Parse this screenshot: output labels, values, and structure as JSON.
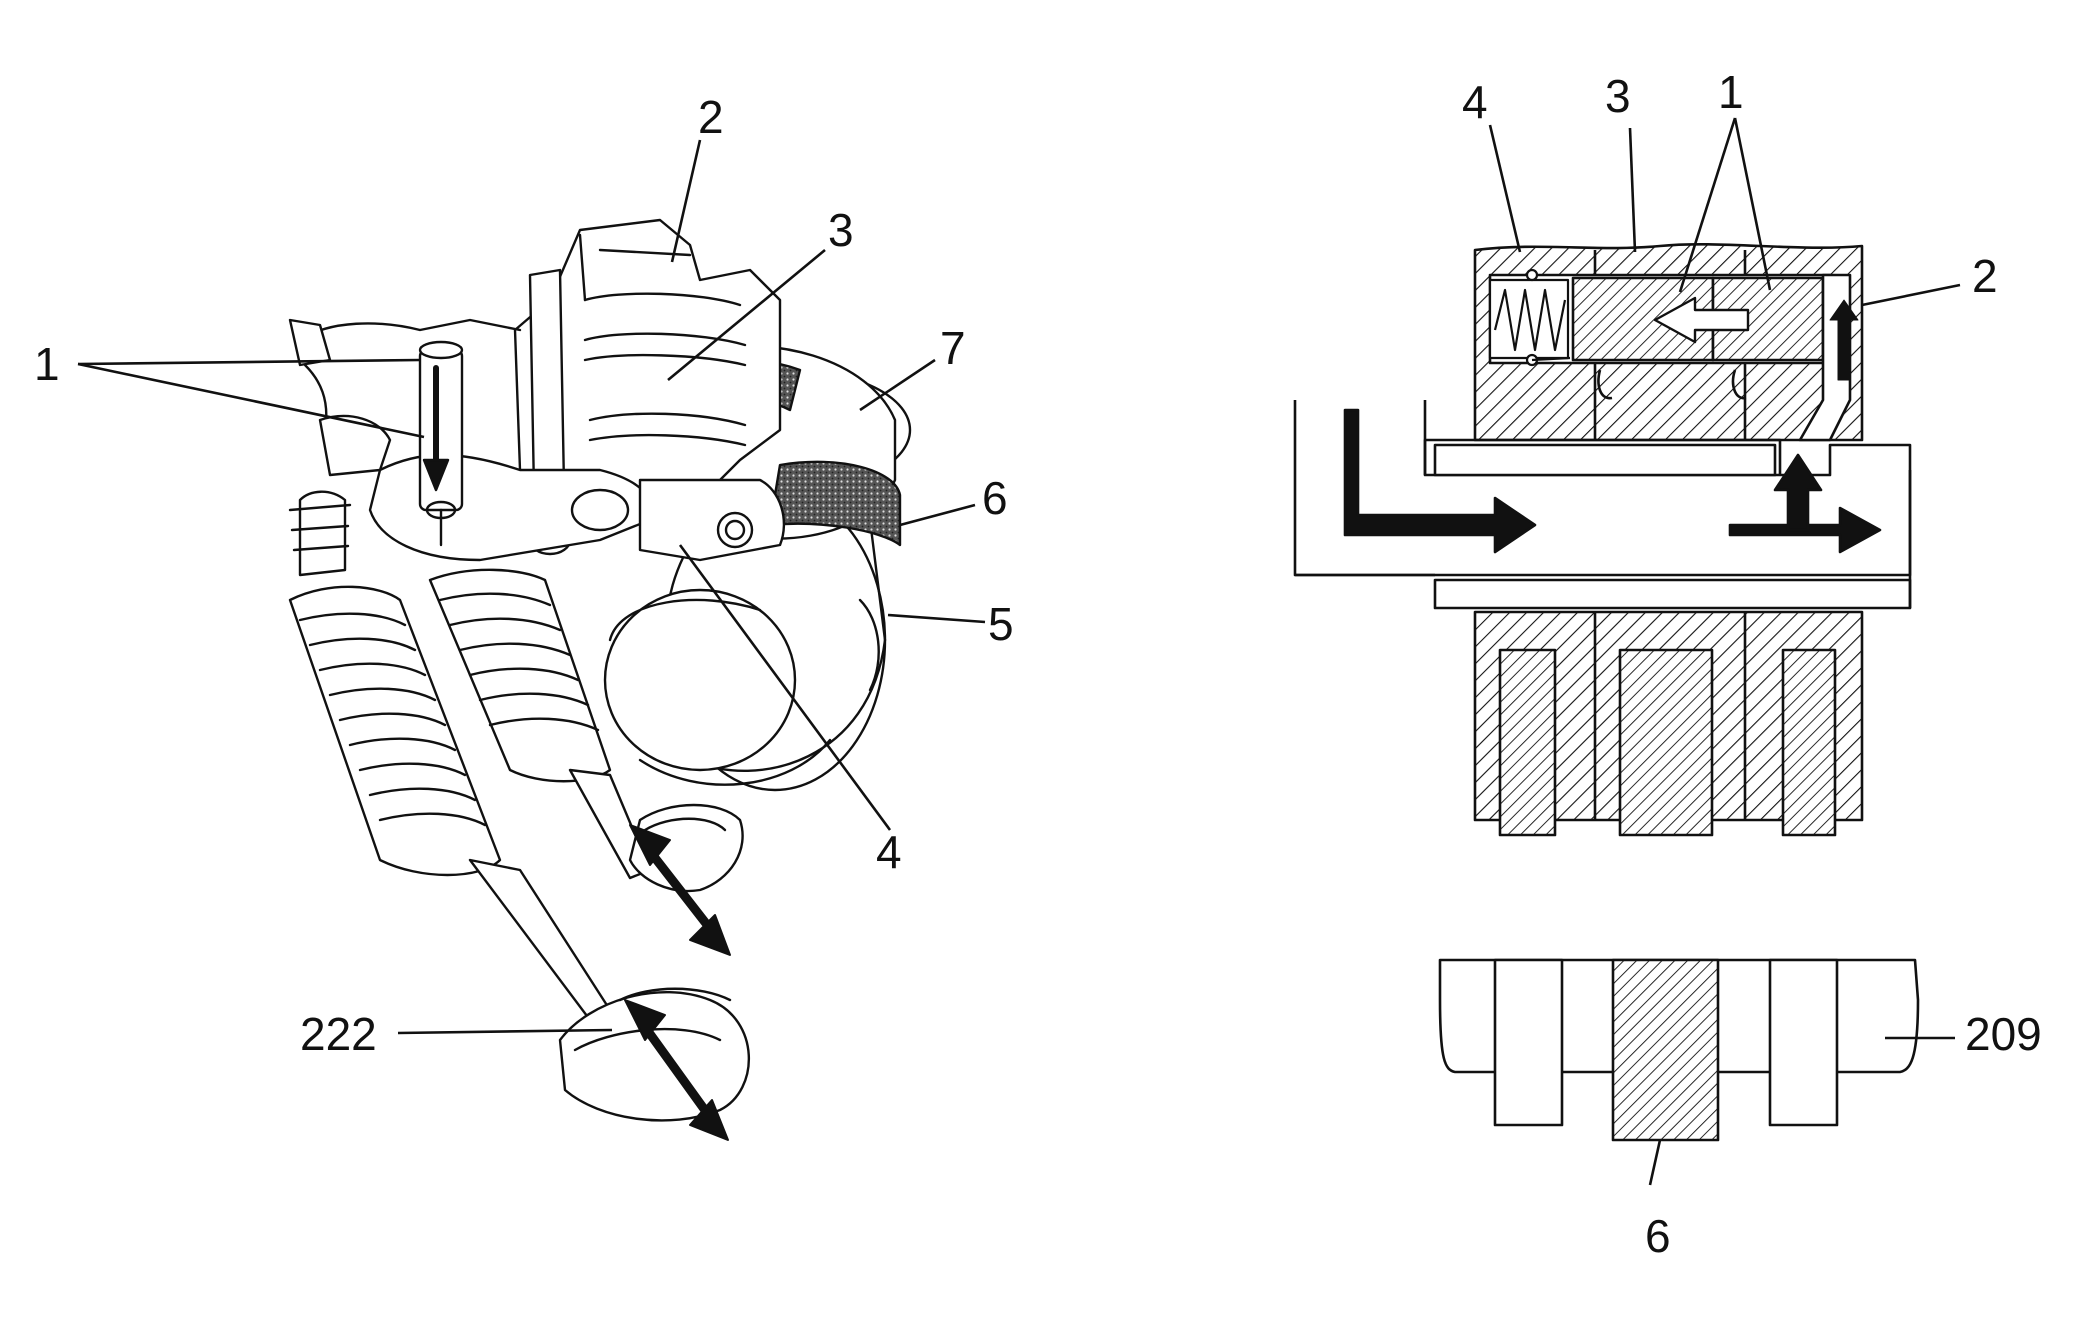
{
  "left_view": {
    "callouts": {
      "c1": "1",
      "c2": "2",
      "c3": "3",
      "c4": "4",
      "c5": "5",
      "c6": "6",
      "c7": "7",
      "c222": "222"
    }
  },
  "right_view": {
    "callouts": {
      "c1": "1",
      "c2": "2",
      "c3": "3",
      "c4": "4",
      "c6": "6",
      "c209": "209"
    }
  },
  "colors": {
    "ink": "#111111",
    "background": "#ffffff",
    "band_dark": "#3a3a3a"
  }
}
